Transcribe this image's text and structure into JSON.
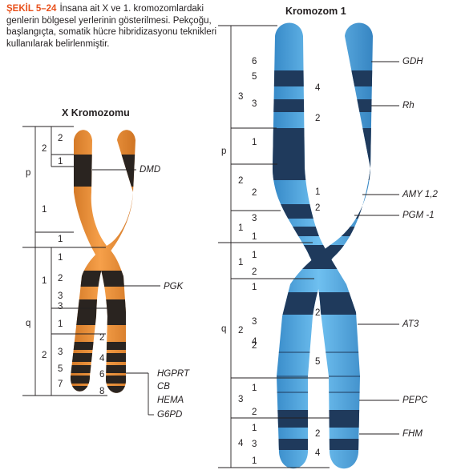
{
  "caption": {
    "figure_label": "ŞEKİL 5–24",
    "text": "İnsana ait X ve 1. kromozomlardaki genlerin bölgesel yerlerinin gösterilmesi. Pekçoğu, başlangıçta, somatik hücre hibridizasyonu teknikleri kullanılarak belirlenmiştir."
  },
  "x_chromosome": {
    "title": "X Kromozomu",
    "arm_p": "p",
    "arm_q": "q",
    "region_labels": [
      "2",
      "2",
      "1",
      "1",
      "1",
      "1",
      "1",
      "2",
      "3",
      "1",
      "2",
      "3",
      "5",
      "7",
      "2",
      "4",
      "6",
      "8",
      "3"
    ],
    "genes": [
      "DMD",
      "PGK",
      "HGPRT",
      "CB",
      "HEMA",
      "G6PD"
    ]
  },
  "chromosome_1": {
    "title": "Kromozom 1",
    "arm_p": "p",
    "arm_q": "q",
    "region_labels": [
      "6",
      "5",
      "3",
      "3",
      "4",
      "2",
      "1",
      "2",
      "2",
      "1",
      "2",
      "1",
      "3",
      "1",
      "1",
      "1",
      "2",
      "1",
      "2",
      "3",
      "4",
      "2",
      "5",
      "1",
      "2",
      "1",
      "3",
      "2",
      "4",
      "3",
      "2",
      "4",
      "1"
    ],
    "genes": [
      "GDH",
      "Rh",
      "AMY 1,2",
      "PGM -1",
      "AT3",
      "PEPC",
      "FHM"
    ]
  },
  "colors": {
    "caption_accent": "#e8501b",
    "x_chromosome_fill": "#f0912f",
    "x_chromosome_band": "#2a2420",
    "chr1_fill": "#5ab0e6",
    "chr1_band": "#1f3a5c"
  }
}
